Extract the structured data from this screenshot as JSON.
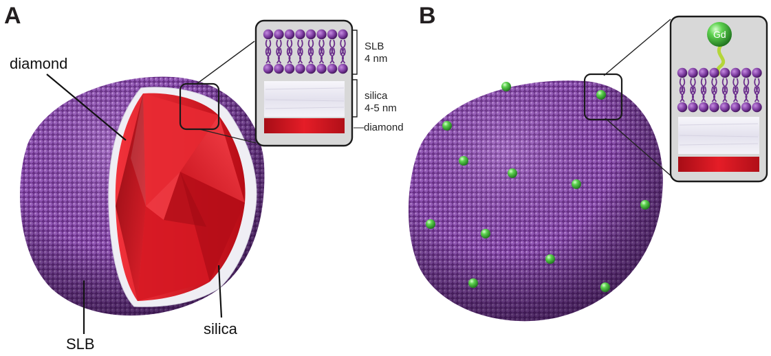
{
  "panels": [
    {
      "letter": "A"
    },
    {
      "letter": "B"
    }
  ],
  "panel_a": {
    "callouts": {
      "diamond": "diamond",
      "slb": "SLB",
      "silica": "silica"
    },
    "inset": {
      "slb_label_line1": "SLB",
      "slb_label_line2": "4 nm",
      "silica_label_line1": "silica",
      "silica_label_line2": "4-5 nm",
      "diamond_label": "—diamond"
    }
  },
  "panel_b": {
    "inset": {
      "gd_label": "Gd"
    },
    "gd_particle_count": 12
  },
  "colors": {
    "lipid_purple": "#7a3d99",
    "diamond_red": "#d3101c",
    "silica_white": "#ecebf3",
    "gd_green": "#3db53c",
    "inset_bg": "#d8d8d8"
  }
}
